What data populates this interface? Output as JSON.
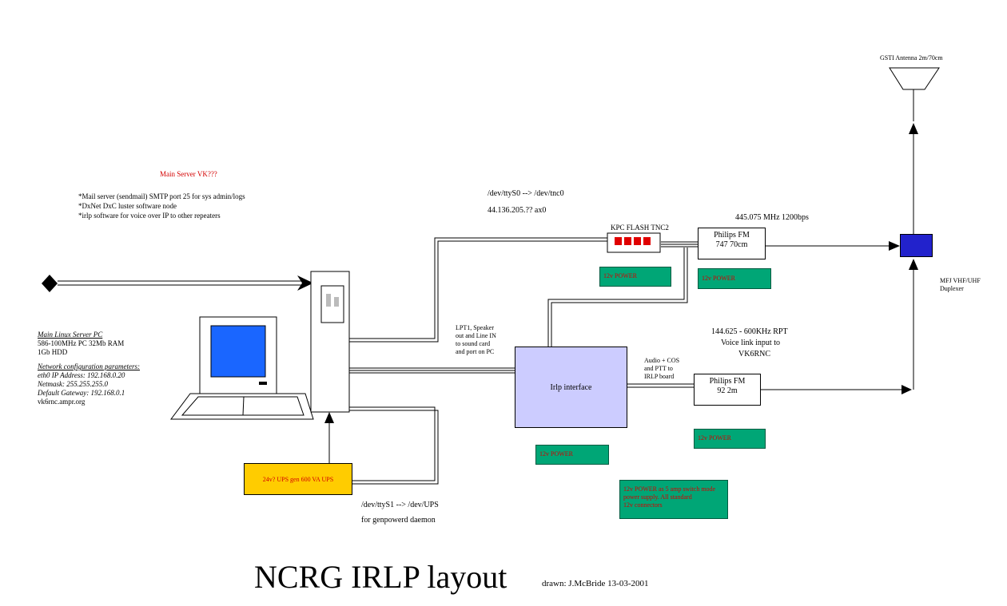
{
  "title": "NCRG IRLP layout",
  "drawn": "drawn: J.McBride 13-03-2001",
  "server": {
    "heading": "Main Server VK???",
    "features": [
      "*Mail server (sendmail) SMTP port 25 for sys admin/logs",
      "*DxNet DxC luster software node",
      "*irlp software for voice over IP to other repeaters"
    ]
  },
  "pc": {
    "label": "Main Linux Server PC",
    "specs": [
      "586-100MHz PC 32Mb RAM",
      "1Gb HDD"
    ],
    "net_heading": "Network configuration parameters:",
    "net": [
      "eth0 IP Address: 192.168.0.20",
      "Netmask: 255.255.255.0",
      "Default Gateway: 192.168.0.1",
      "vk6rnc.ampr.org"
    ]
  },
  "ttyS0": {
    "line1": "/dev/ttyS0 --> /dev/tnc0",
    "line2": "44.136.205.?? ax0"
  },
  "ttyS1": {
    "line1": "/dev/ttyS1 --> /dev/UPS",
    "line2": "for genpowerd daemon"
  },
  "lpt": [
    "LPT1, Speaker",
    "out and Line IN",
    "to sound card",
    "and port on PC"
  ],
  "tnc": {
    "label": "KPC FLASH TNC2"
  },
  "radio1": {
    "line1": "Philips FM",
    "line2": "747 70cm",
    "freq": "445.075 MHz 1200bps"
  },
  "radio2": {
    "line1": "Philips FM",
    "line2": "92 2m",
    "freq": "144.625 - 600KHz RPT",
    "voice1": "Voice link input to",
    "voice2": "VK6RNC"
  },
  "audio_cos": [
    "Audio + COS",
    "and PTT to",
    "IRLP board"
  ],
  "irlp": {
    "label": "Irlp interface"
  },
  "ups": {
    "label": "24v? UPS gen 600 VA UPS"
  },
  "power": {
    "p1": "12v POWER",
    "p2": "12v POWER",
    "p3": "12v POWER",
    "p4": "12v POWER",
    "note": [
      "12v POWER as 5 amp switch mode",
      "power supply. All standard",
      "12v connectors"
    ]
  },
  "antenna": {
    "label": "GSTI Antenna 2m/70cm"
  },
  "duplexer": {
    "label1": "MFJ VHF/UHF",
    "label2": "Duplexer"
  },
  "colors": {
    "irlp_fill": "#ccccff",
    "power_fill": "#00a676",
    "ups_fill": "#ffcc00",
    "duplexer_fill": "#2222cc",
    "monitor_screen": "#1a66ff",
    "accent_red": "#d40000"
  }
}
